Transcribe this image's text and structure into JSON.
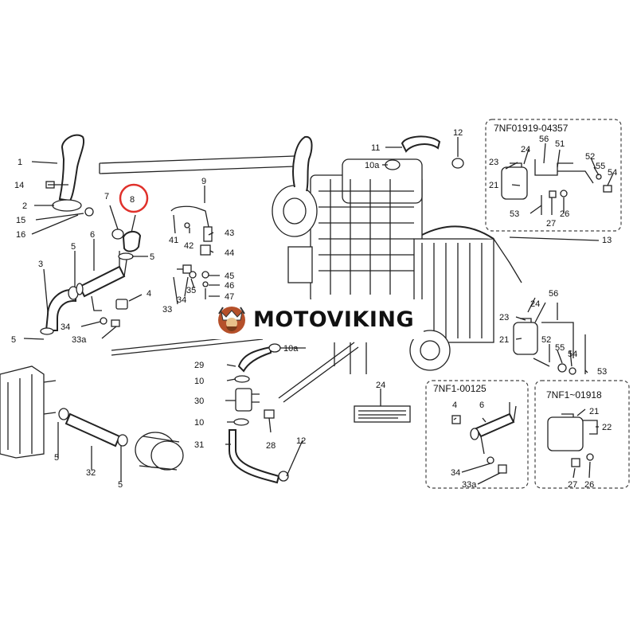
{
  "brand": {
    "name": "MOTOVIKING"
  },
  "highlight": {
    "label": "8",
    "color": "#e0312b"
  },
  "inset_captions": [
    "7NF01919-04357",
    "7NF1-00125",
    "7NF1~01918"
  ],
  "callouts": [
    "1",
    "14",
    "2",
    "15",
    "16",
    "3",
    "5",
    "6",
    "4",
    "34",
    "33a",
    "5",
    "7",
    "8",
    "5",
    "9",
    "41",
    "42",
    "43",
    "44",
    "33",
    "34",
    "35",
    "45",
    "46",
    "47",
    "11",
    "10a",
    "12",
    "13",
    "56",
    "24",
    "23",
    "21",
    "55",
    "54",
    "52",
    "53",
    "29",
    "10",
    "30",
    "10",
    "31",
    "28",
    "12",
    "10a",
    "32",
    "5",
    "5",
    "24",
    "56",
    "51",
    "23",
    "24",
    "21",
    "53",
    "26",
    "27",
    "52",
    "55",
    "54",
    "4",
    "6",
    "34",
    "33a",
    "21",
    "22",
    "27",
    "26"
  ]
}
